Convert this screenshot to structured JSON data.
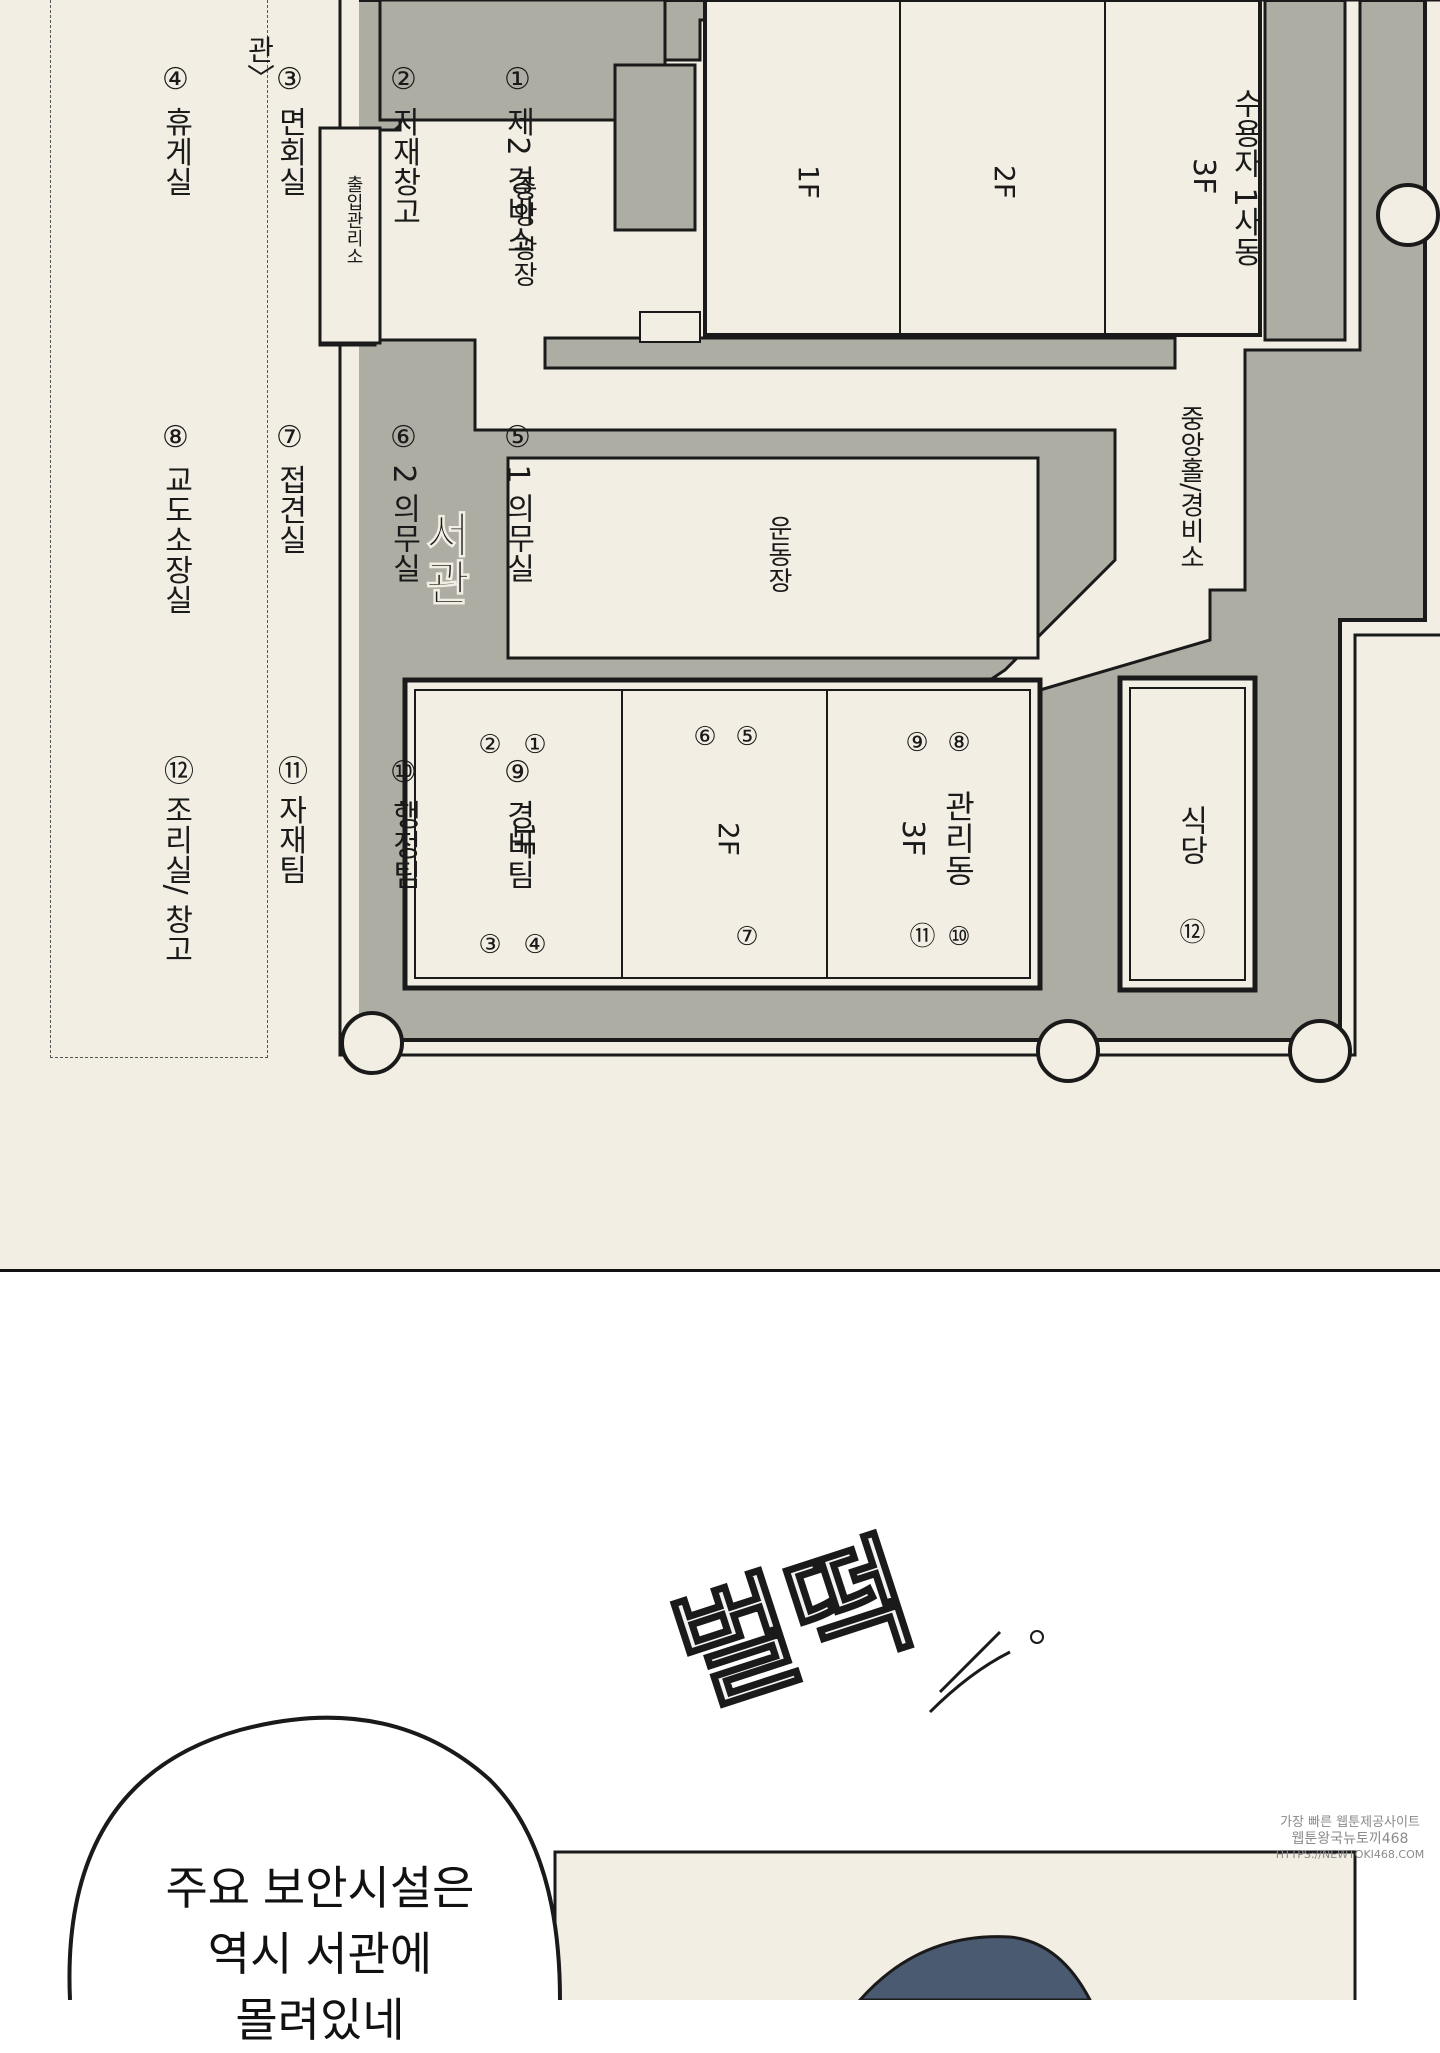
{
  "legend": {
    "header_fragment": "관〉",
    "east_items": [
      "① 제2 경비소",
      "② 자재창고",
      "③ 면회실",
      "④ 휴게실"
    ],
    "mid_items": [
      "⑤ 1 의무실",
      "⑥ 2 의무실",
      "⑦ 접견실",
      "⑧ 교도소장실"
    ],
    "west_items": [
      "⑨ 경비팀",
      "⑩ 행정팀",
      "⑪ 자재팀",
      "⑫ 조리실/ 창고"
    ]
  },
  "map": {
    "building_1_title": "수용자 1사동",
    "building_1_floors": [
      "3F",
      "2F",
      "1F"
    ],
    "central_plaza": "중앙 광장",
    "access_office": "출입관리소",
    "central_hall": "중앙홀/경비소",
    "sports_field": "운동장",
    "west_wing": "서관",
    "admin_title": "관리동",
    "admin_floors": [
      "3F",
      "2F",
      "1F"
    ],
    "cafeteria": "식당",
    "markers": {
      "f3": [
        "⑧",
        "⑨",
        "⑩",
        "⑪"
      ],
      "f2": [
        "⑤",
        "⑥",
        "⑦"
      ],
      "f1": [
        "①",
        "②",
        "③",
        "④"
      ],
      "cafeteria": "⑫"
    }
  },
  "sound_effect": "벌떡",
  "speech_bubble": {
    "lines": [
      "주요 보안시설은",
      "역시 서관에",
      "몰려있네"
    ]
  },
  "watermark": {
    "lines": [
      "가장 빠른 웹툰제공사이트",
      "웹툰왕국뉴토끼468",
      "HTTPS://NEWTOKI468.COM"
    ]
  },
  "colors": {
    "paper": "#f2eee3",
    "wall_gray": "#aeada3",
    "ink": "#1a1a1a",
    "character_blue": "#4a5a70"
  }
}
